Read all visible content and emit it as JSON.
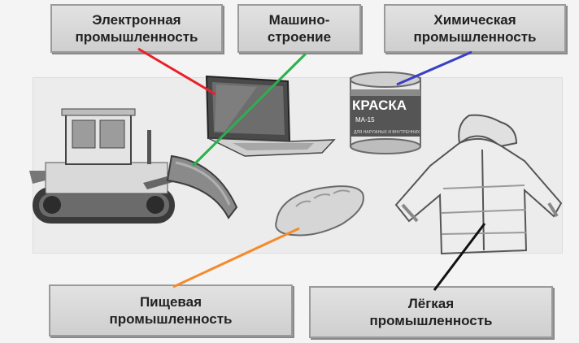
{
  "labels": {
    "electronic": [
      "Электронная",
      "промышленность"
    ],
    "machine": [
      "Машино-",
      "строение"
    ],
    "chemical": [
      "Химическая",
      "промышленность"
    ],
    "food": [
      "Пищевая",
      "промышленность"
    ],
    "light": [
      "Лёгкая",
      "промышленность"
    ]
  },
  "paint_can": {
    "brand": "КРАСКА",
    "code": "МА-15",
    "small_text": "ДЛЯ НАРУЖНЫХ И ВНУТРЕННИХ"
  },
  "connector_colors": {
    "electronic": "#e8212b",
    "machine": "#27b24a",
    "chemical": "#3a3fc4",
    "food": "#f58a2b",
    "light": "#111111"
  }
}
